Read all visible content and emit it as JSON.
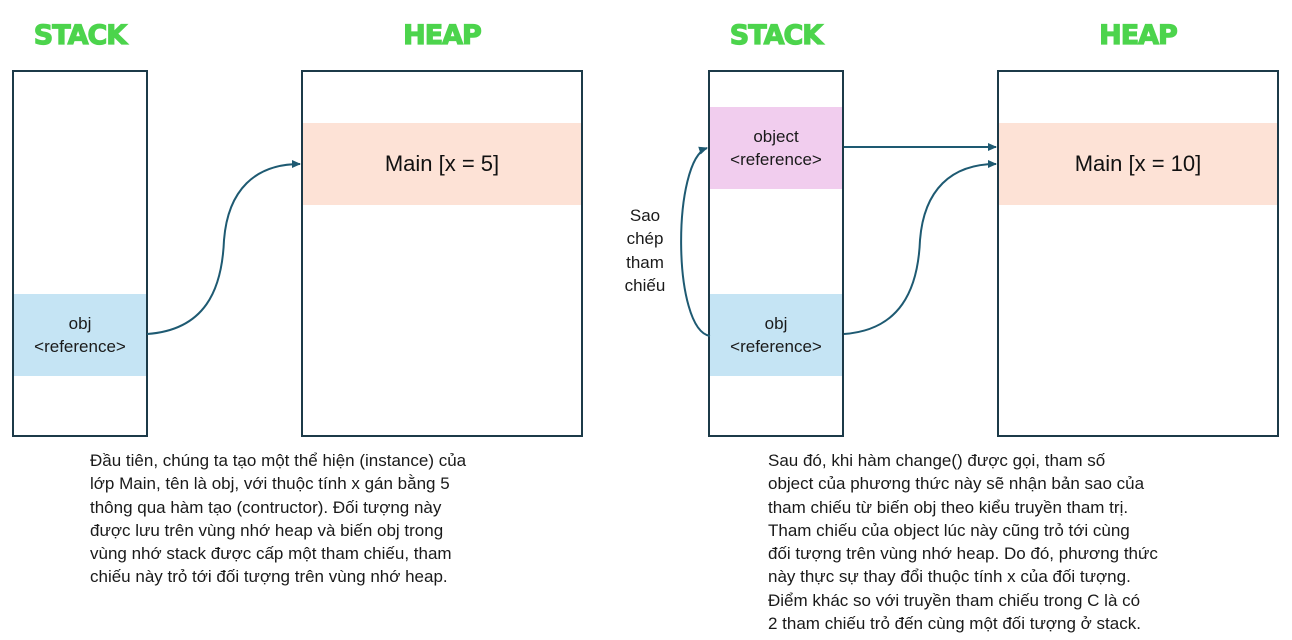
{
  "left": {
    "stack_title": "STACK",
    "heap_title": "HEAP",
    "stack_ref": {
      "name": "obj",
      "type": "<reference>"
    },
    "heap_object": "Main [x = 5]",
    "caption": [
      "Đầu tiên, chúng ta tạo một thể hiện (instance) của",
      "lớp Main, tên là obj, với thuộc tính x gán bằng 5",
      "thông qua hàm tạo (contructor). Đối tượng  này",
      "được lưu trên vùng nhớ heap và biến obj trong",
      "vùng nhớ stack được cấp một tham chiếu, tham",
      "chiếu này trỏ tới đối tượng trên vùng nhớ heap."
    ]
  },
  "right": {
    "stack_title": "STACK",
    "heap_title": "HEAP",
    "stack_copy": {
      "name": "object",
      "type": "<reference>"
    },
    "stack_ref": {
      "name": "obj",
      "type": "<reference>"
    },
    "heap_object": "Main [x = 10]",
    "side_label": [
      "Sao",
      "chép",
      "tham",
      "chiếu"
    ],
    "caption": [
      "Sau đó, khi hàm change() được gọi, tham số",
      "object của phương thức này sẽ nhận bản sao của",
      "tham chiếu từ biến obj theo kiểu truyền tham trị.",
      "Tham chiếu của object lúc này cũng trỏ tới cùng",
      "đối tượng trên vùng nhớ heap. Do đó, phương thức",
      "này thực sự thay đổi thuộc tính x của đối tượng.",
      "Điểm khác so với truyền tham chiếu trong C là có",
      "2 tham chiếu trỏ đến cùng một đối tượng ở stack."
    ]
  }
}
